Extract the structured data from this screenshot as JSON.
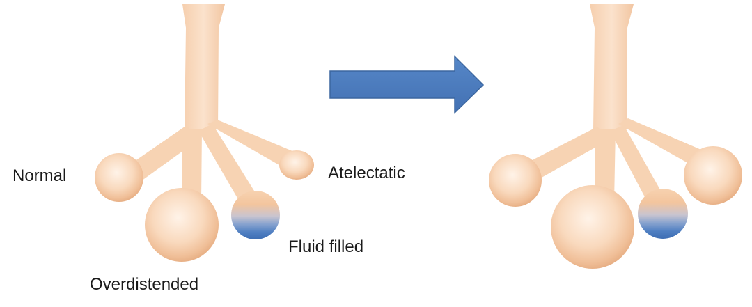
{
  "labels": {
    "normal": "Normal",
    "atelectatic": "Atelectatic",
    "fluid_filled": "Fluid filled",
    "overdistended": "Overdistended"
  },
  "colors": {
    "airway": "#f7d4b6",
    "alveolus": "#f5caa3",
    "fluid": "#4a7bc0",
    "arrow": "#4a7abf"
  },
  "icons": {
    "transition": "arrow-right-icon"
  }
}
